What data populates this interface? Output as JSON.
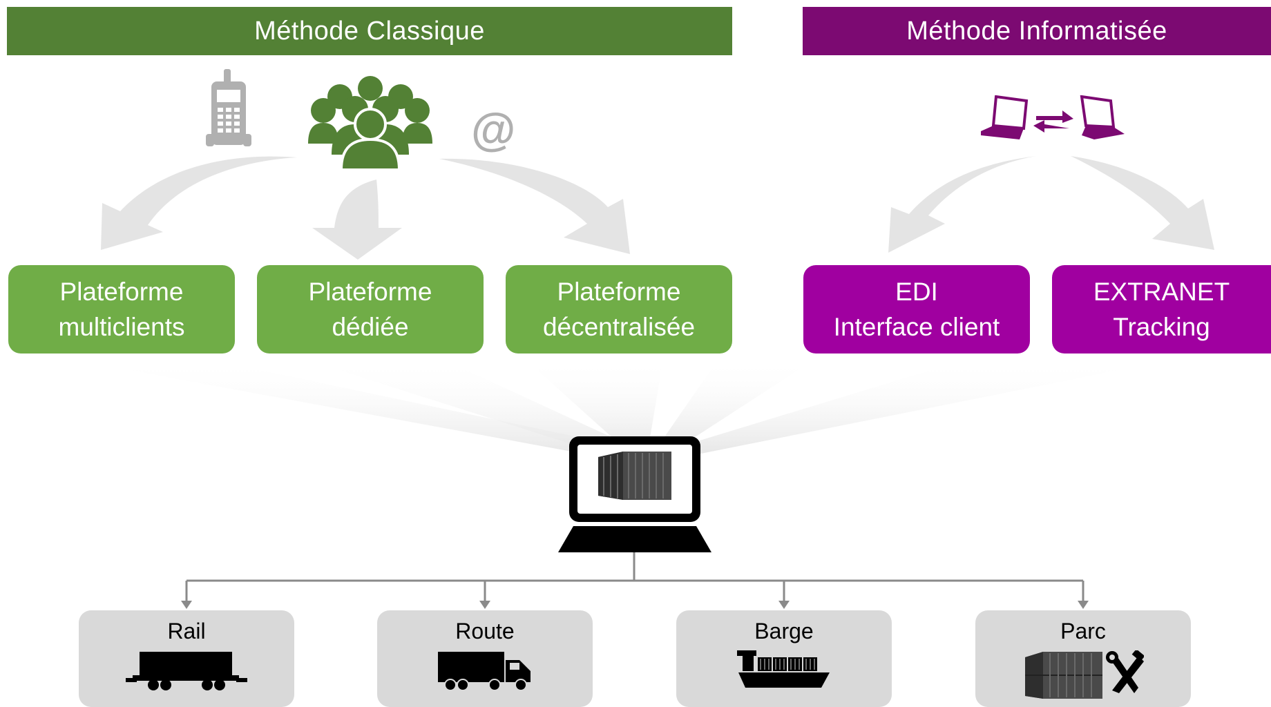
{
  "headers": {
    "classic": "Méthode Classique",
    "info": "Méthode Informatisée"
  },
  "platforms": [
    {
      "line1": "Plateforme",
      "line2": "multiclients"
    },
    {
      "line1": "Plateforme",
      "line2": "dédiée"
    },
    {
      "line1": "Plateforme",
      "line2": "décentralisée"
    },
    {
      "line1": "EDI",
      "line2": "Interface client"
    },
    {
      "line1": "EXTRANET",
      "line2": "Tracking"
    }
  ],
  "modes": [
    {
      "label": "Rail",
      "icon": "train-wagon-icon"
    },
    {
      "label": "Route",
      "icon": "truck-icon"
    },
    {
      "label": "Barge",
      "icon": "barge-icon"
    },
    {
      "label": "Parc",
      "icon": "container-yard-tools-icon"
    }
  ],
  "icons": {
    "phone": "phone-icon",
    "people": "people-group-icon",
    "email": "@",
    "laptops": "laptop-exchange-icon",
    "computer": "laptop-container-icon"
  },
  "colors": {
    "classic_header": "#538135",
    "classic_box": "#70ad47",
    "info_header": "#7c0a72",
    "info_box": "#a000a0",
    "mode_box": "#d9d9d9",
    "arrow": "#e4e4e4"
  }
}
